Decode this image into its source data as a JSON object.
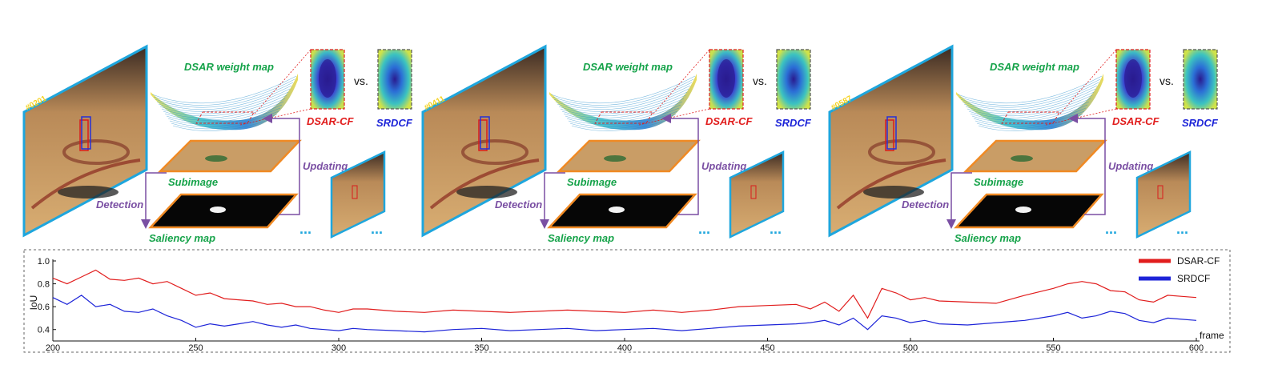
{
  "colors": {
    "frame_border": "#1ea6dd",
    "subimage_border": "#f08a24",
    "arrow_purple": "#7a4fa3",
    "dsar": "#e11d1d",
    "srdcf": "#1d24d8",
    "label_green": "#16a34a",
    "court": "#c89a63"
  },
  "panels": [
    {
      "frame_number": "#0201",
      "weight_map_label": "DSAR weight map",
      "vs_label": "vs.",
      "dsar_label": "DSAR-CF",
      "srdcf_label": "SRDCF",
      "subimage_label": "Subimage",
      "saliency_label": "Saliency map",
      "detection_label": "Detection",
      "updating_label": "Updating",
      "ellipsis_1": "...",
      "ellipsis_2": "..."
    },
    {
      "frame_number": "#0411",
      "weight_map_label": "DSAR weight map",
      "vs_label": "vs.",
      "dsar_label": "DSAR-CF",
      "srdcf_label": "SRDCF",
      "subimage_label": "Subimage",
      "saliency_label": "Saliency map",
      "detection_label": "Detection",
      "updating_label": "Updating",
      "ellipsis_1": "...",
      "ellipsis_2": "..."
    },
    {
      "frame_number": "#0587",
      "weight_map_label": "DSAR weight map",
      "vs_label": "vs.",
      "dsar_label": "DSAR-CF",
      "srdcf_label": "SRDCF",
      "subimage_label": "Subimage",
      "saliency_label": "Saliency map",
      "detection_label": "Detection",
      "updating_label": "Updating",
      "ellipsis_1": "...",
      "ellipsis_2": "..."
    }
  ],
  "chart_data": {
    "type": "line",
    "xlabel": "frame",
    "ylabel": "IoU",
    "xlim": [
      200,
      600
    ],
    "ylim": [
      0.3,
      1.0
    ],
    "xticks": [
      200,
      250,
      300,
      350,
      400,
      450,
      500,
      550,
      600
    ],
    "yticks": [
      0.4,
      0.6,
      0.8,
      1.0
    ],
    "ytick_labels": [
      "0.4",
      "0.6",
      "0.8",
      "1.0"
    ],
    "legend_position": "top-right",
    "series": [
      {
        "name": "DSAR-CF",
        "color": "#e11d1d",
        "x": [
          200,
          205,
          210,
          215,
          220,
          225,
          230,
          235,
          240,
          245,
          250,
          255,
          260,
          265,
          270,
          275,
          280,
          285,
          290,
          295,
          300,
          305,
          310,
          320,
          330,
          340,
          350,
          360,
          370,
          380,
          390,
          400,
          410,
          420,
          430,
          440,
          450,
          460,
          465,
          470,
          475,
          480,
          485,
          490,
          495,
          500,
          505,
          510,
          520,
          530,
          540,
          550,
          555,
          560,
          565,
          570,
          575,
          580,
          585,
          590,
          595,
          600
        ],
        "y": [
          0.85,
          0.8,
          0.86,
          0.92,
          0.84,
          0.83,
          0.85,
          0.8,
          0.82,
          0.76,
          0.7,
          0.72,
          0.67,
          0.66,
          0.65,
          0.62,
          0.63,
          0.6,
          0.6,
          0.57,
          0.55,
          0.58,
          0.58,
          0.56,
          0.55,
          0.57,
          0.56,
          0.55,
          0.56,
          0.57,
          0.56,
          0.55,
          0.57,
          0.55,
          0.57,
          0.6,
          0.61,
          0.62,
          0.58,
          0.64,
          0.56,
          0.7,
          0.5,
          0.76,
          0.72,
          0.66,
          0.68,
          0.65,
          0.64,
          0.63,
          0.7,
          0.76,
          0.8,
          0.82,
          0.8,
          0.74,
          0.73,
          0.66,
          0.64,
          0.7,
          0.69,
          0.68
        ]
      },
      {
        "name": "SRDCF",
        "color": "#1d24d8",
        "x": [
          200,
          205,
          210,
          215,
          220,
          225,
          230,
          235,
          240,
          245,
          250,
          255,
          260,
          265,
          270,
          275,
          280,
          285,
          290,
          295,
          300,
          305,
          310,
          320,
          330,
          340,
          350,
          360,
          370,
          380,
          390,
          400,
          410,
          420,
          430,
          440,
          450,
          460,
          465,
          470,
          475,
          480,
          485,
          490,
          495,
          500,
          505,
          510,
          520,
          530,
          540,
          550,
          555,
          560,
          565,
          570,
          575,
          580,
          585,
          590,
          595,
          600
        ],
        "y": [
          0.68,
          0.62,
          0.7,
          0.6,
          0.62,
          0.56,
          0.55,
          0.58,
          0.52,
          0.48,
          0.42,
          0.45,
          0.43,
          0.45,
          0.47,
          0.44,
          0.42,
          0.44,
          0.41,
          0.4,
          0.39,
          0.41,
          0.4,
          0.39,
          0.38,
          0.4,
          0.41,
          0.39,
          0.4,
          0.41,
          0.39,
          0.4,
          0.41,
          0.39,
          0.41,
          0.43,
          0.44,
          0.45,
          0.46,
          0.48,
          0.44,
          0.5,
          0.4,
          0.52,
          0.5,
          0.46,
          0.48,
          0.45,
          0.44,
          0.46,
          0.48,
          0.52,
          0.55,
          0.5,
          0.52,
          0.56,
          0.54,
          0.48,
          0.46,
          0.5,
          0.49,
          0.48
        ]
      }
    ]
  }
}
